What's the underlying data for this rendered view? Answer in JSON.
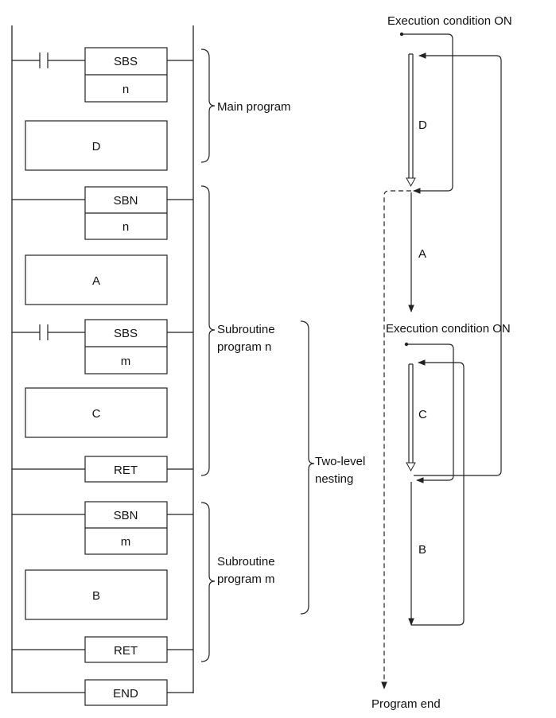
{
  "ladder": {
    "main": {
      "sbs_label": "SBS",
      "sbs_operand": "n",
      "block_d": "D"
    },
    "sub_n": {
      "sbn_label": "SBN",
      "sbn_operand": "n",
      "block_a": "A",
      "sbs_label": "SBS",
      "sbs_operand": "m",
      "block_c": "C",
      "ret_label": "RET"
    },
    "sub_m": {
      "sbn_label": "SBN",
      "sbn_operand": "m",
      "block_b": "B",
      "ret_label": "RET"
    },
    "end_label": "END"
  },
  "braces": {
    "main_program": "Main program",
    "sub_n_line1": "Subroutine",
    "sub_n_line2": "program n",
    "sub_m_line1": "Subroutine",
    "sub_m_line2": "program m",
    "nesting_line1": "Two-level",
    "nesting_line2": "nesting"
  },
  "flow": {
    "exec_condition_top": "Execution condition ON",
    "exec_condition_mid": "Execution condition ON",
    "label_d": "D",
    "label_a": "A",
    "label_c": "C",
    "label_b": "B",
    "program_end": "Program end"
  }
}
